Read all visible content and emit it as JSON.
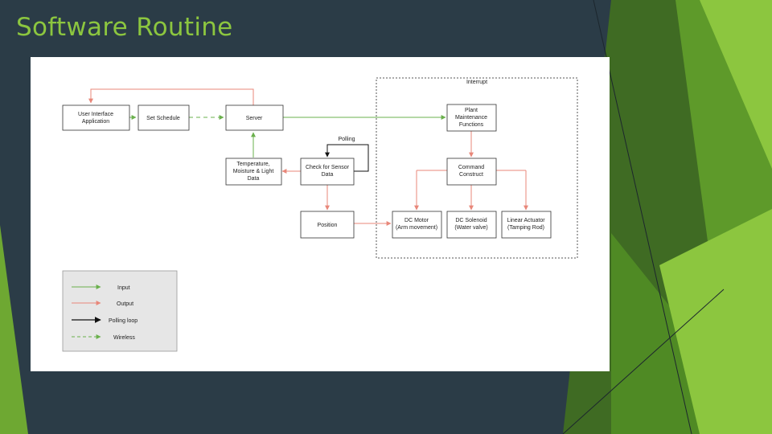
{
  "slide": {
    "title": "Software Routine"
  },
  "colors": {
    "background": "#2b3c47",
    "accent": "#8cc63f",
    "input": "#6ab04c",
    "output": "#e8877a",
    "polling": "#111111"
  },
  "diagram": {
    "interrupt_label": "Interrupt",
    "polling_label": "Polling",
    "boxes": {
      "ui_app": [
        "User Interface",
        "Application"
      ],
      "set_schedule": [
        "Set Schedule"
      ],
      "server": [
        "Server"
      ],
      "sensor_data": [
        "Temperature,",
        "Moisture & Light",
        "Data"
      ],
      "check_sensor": [
        "Check for Sensor",
        "Data"
      ],
      "position": [
        "Position"
      ],
      "plant_maintenance": [
        "Plant",
        "Maintenance",
        "Functions"
      ],
      "command_construct": [
        "Command",
        "Construct"
      ],
      "dc_motor": [
        "DC Motor",
        "(Arm movement)"
      ],
      "dc_solenoid": [
        "DC Solenoid",
        "(Water valve)"
      ],
      "linear_actuator": [
        "Linear Actuator",
        "(Tamping Rod)"
      ]
    },
    "legend": [
      {
        "label": "Input",
        "kind": "input"
      },
      {
        "label": "Output",
        "kind": "output"
      },
      {
        "label": "Polling loop",
        "kind": "polling"
      },
      {
        "label": "Wireless",
        "kind": "wireless"
      }
    ]
  }
}
